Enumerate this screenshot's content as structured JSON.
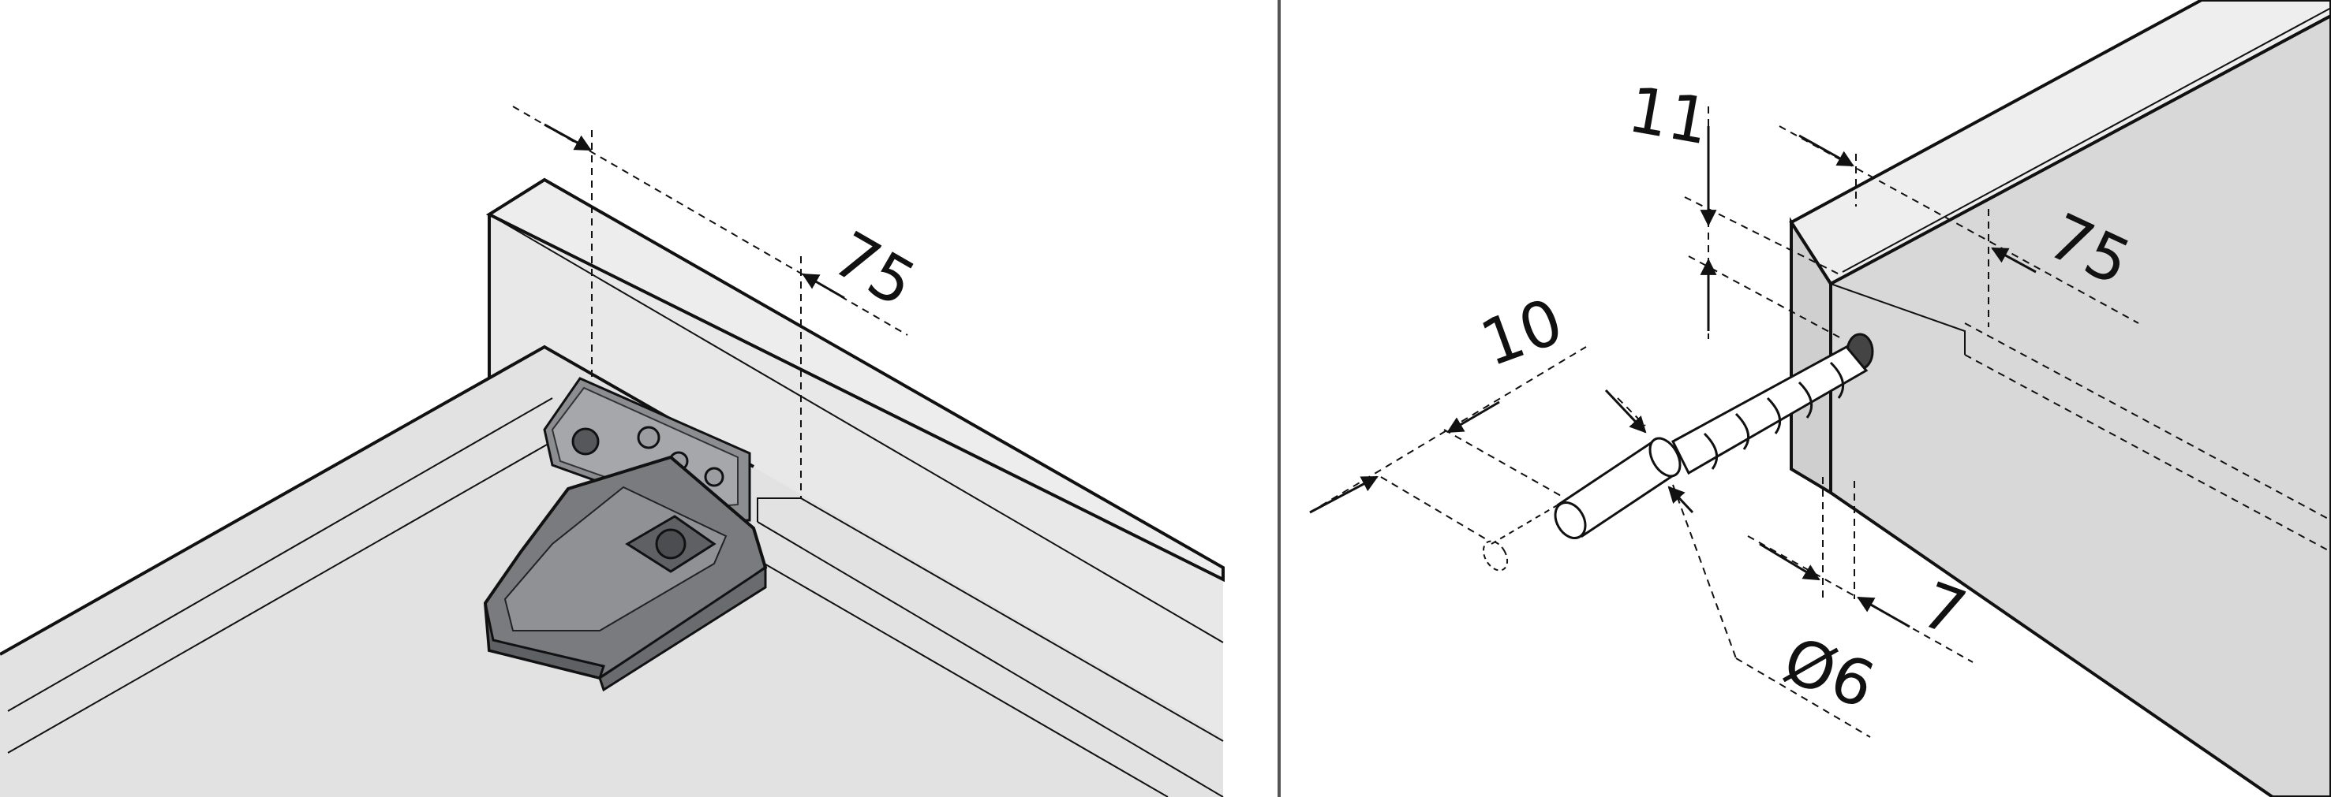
{
  "left_panel": {
    "dimension_75": "75"
  },
  "right_panel": {
    "dimension_11": "11",
    "dimension_75": "75",
    "dimension_10": "10",
    "dimension_7": "7",
    "dimension_diameter": "Ø6"
  },
  "colors": {
    "board_face": "#e6e6e6",
    "board_top": "#f0f0f0",
    "board_side": "#d6d6d6",
    "right_front": "#d9d9d9",
    "right_edge": "#cfcfcf",
    "bracket_dark": "#6f7074",
    "bracket_mid": "#8c8d91",
    "bracket_light": "#a9aaae",
    "dowel": "#ffffff",
    "divider": "#555555",
    "line": "#111111"
  }
}
